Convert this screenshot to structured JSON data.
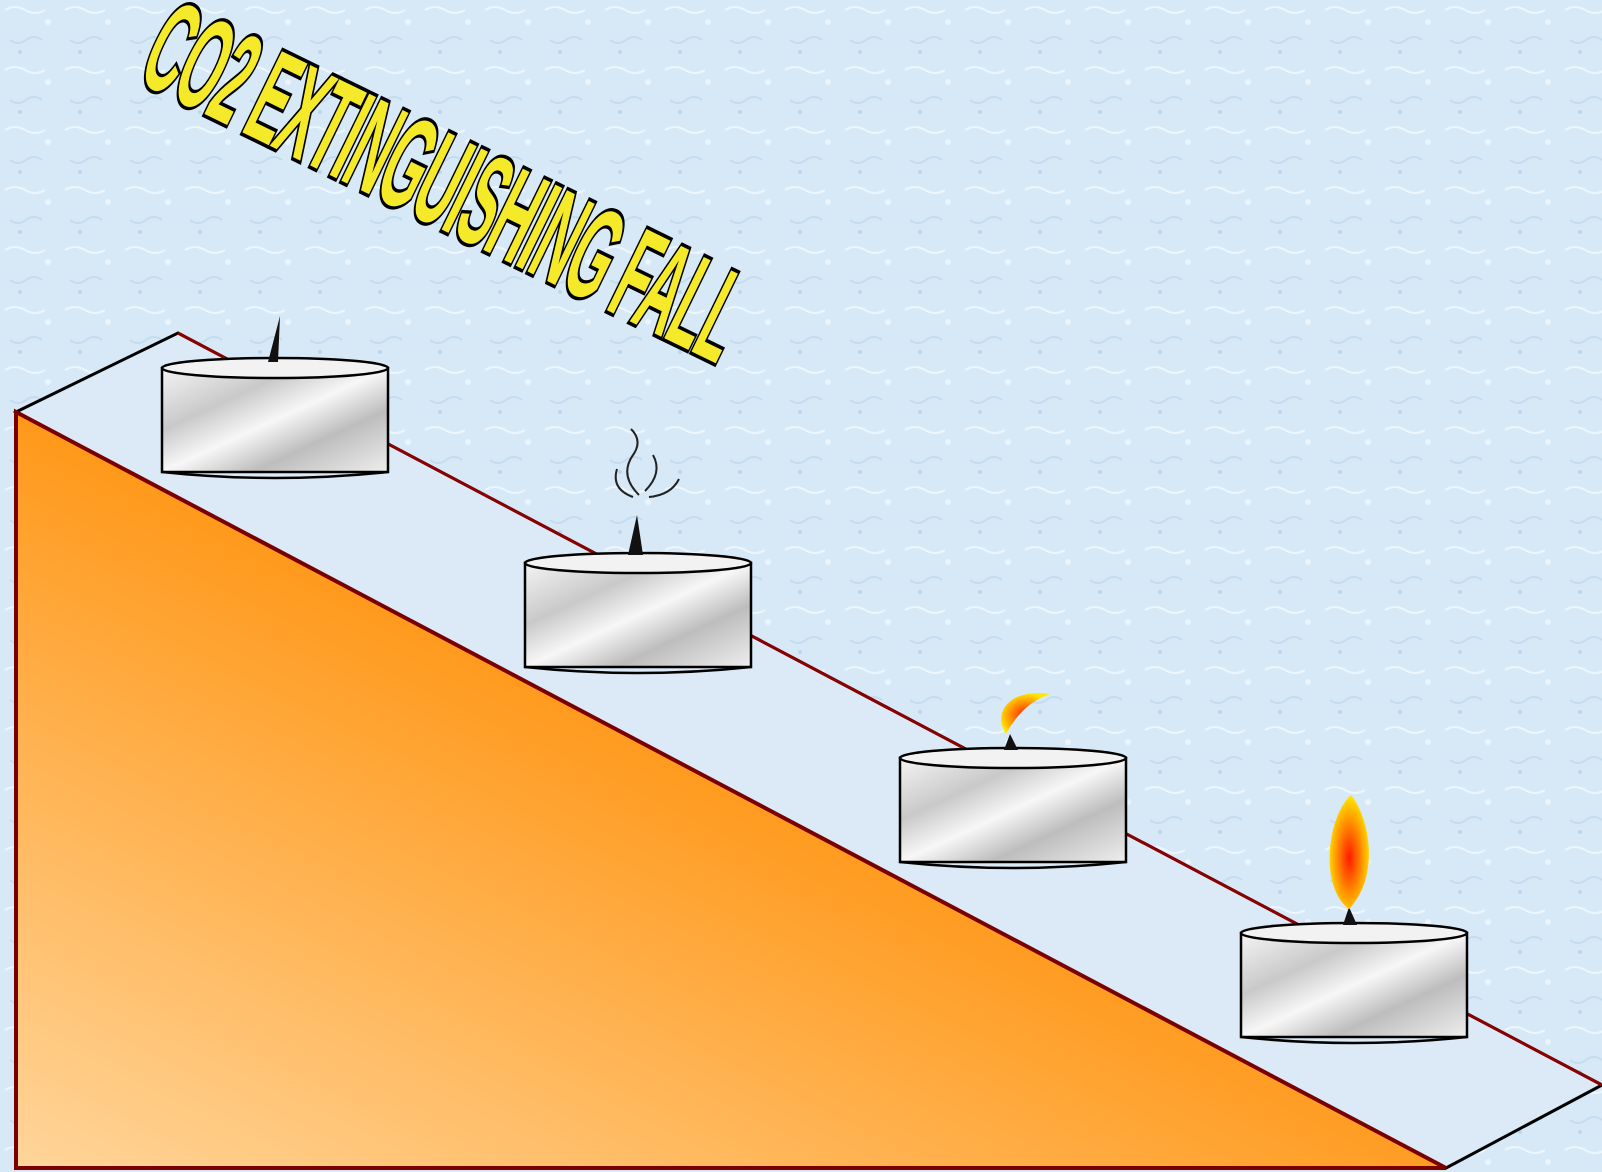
{
  "title": {
    "text": "CO2 EXTINGUISHING FALL",
    "fill_color": "#f5ea2a",
    "stroke_color": "#000000"
  },
  "scene": {
    "background_color": "#d7e9f7",
    "ramp_color_light": "#ffd59a",
    "ramp_color_dark": "#ff8c00",
    "ramp_edge_color": "#7a0000",
    "candles": [
      {
        "state": "extinguished",
        "smoke": false
      },
      {
        "state": "smoking",
        "smoke": true
      },
      {
        "state": "small-flame",
        "smoke": false
      },
      {
        "state": "burning",
        "smoke": false
      }
    ]
  }
}
